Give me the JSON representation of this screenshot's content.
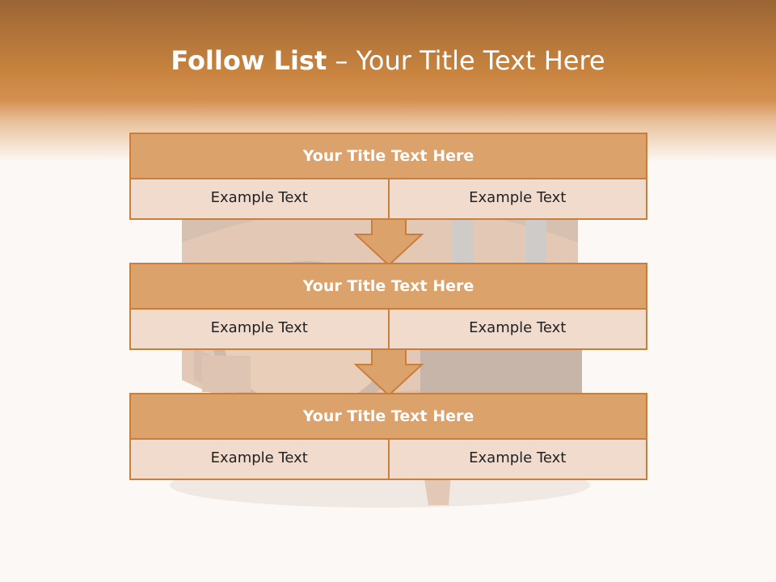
{
  "slide": {
    "title_bold": "Follow List",
    "title_rest": " – Your Title Text Here"
  },
  "colors": {
    "header_top": "#9c6535",
    "header_mid": "#d49050",
    "background": "#fcf8f5",
    "block_title_fill": "#dba26b",
    "block_border": "#c97f3b",
    "cell_fill": "#f0dbcd",
    "arrow_fill": "#dba26b"
  },
  "background_image": {
    "icon": "wine-barrel-icon"
  },
  "blocks": [
    {
      "title": "Your Title Text Here",
      "cells": [
        "Example Text",
        "Example Text"
      ]
    },
    {
      "title": "Your Title Text Here",
      "cells": [
        "Example Text",
        "Example Text"
      ]
    },
    {
      "title": "Your Title Text Here",
      "cells": [
        "Example Text",
        "Example Text"
      ]
    }
  ],
  "connectors": [
    "down-arrow-icon",
    "down-arrow-icon"
  ]
}
